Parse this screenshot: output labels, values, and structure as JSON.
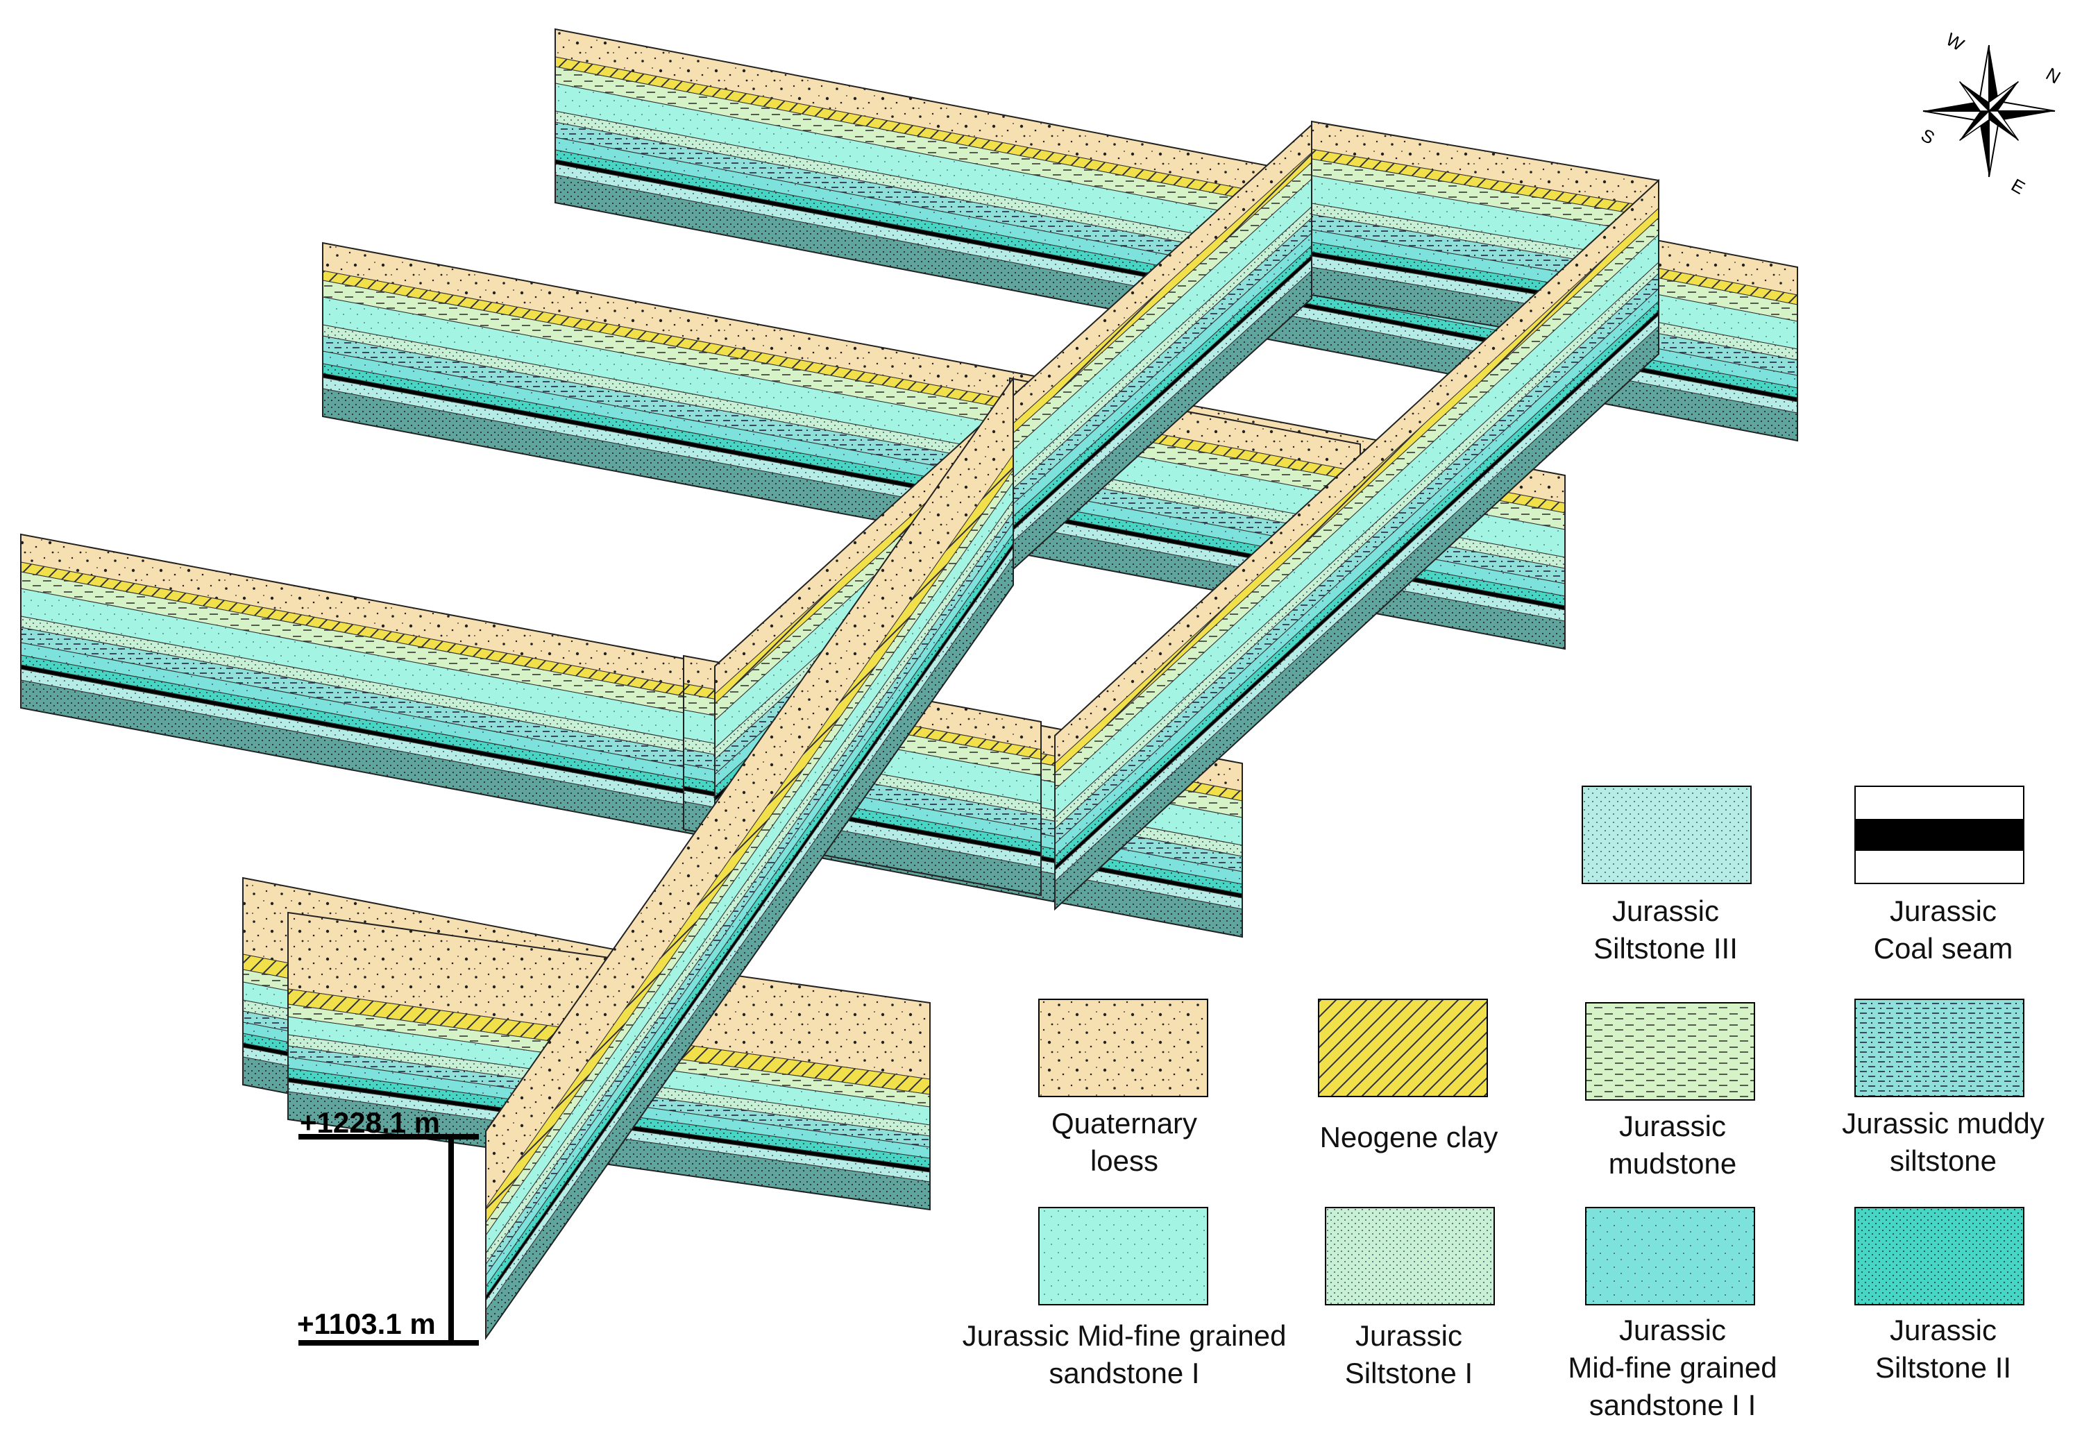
{
  "scale_bar": {
    "top_label": "+1228.1 m",
    "bottom_label": "+1103.1 m"
  },
  "compass": {
    "n": "N",
    "s": "S",
    "e": "E",
    "w": "W"
  },
  "legend": {
    "loess": "Quaternary\nloess",
    "clay": "Neogene clay",
    "mudstone": "Jurassic\nmudstone",
    "muddy_siltstone": "Jurassic muddy\nsiltstone",
    "sandstone_1": "Jurassic Mid-fine grained\nsandstone I",
    "siltstone_1": "Jurassic\nSiltstone I",
    "sandstone_2": "Jurassic\nMid-fine grained\nsandstone  I I",
    "siltstone_2": "Jurassic\nSiltstone II",
    "siltstone_3": "Jurassic\nSiltstone III",
    "coal": "Jurassic\nCoal seam"
  },
  "colors": {
    "loess": "#f6dfb0",
    "clay": "#f2e04a",
    "mudstone": "#d6f3c8",
    "muddy_siltstone": "#8fe0d8",
    "sandstone_1": "#a4f4e4",
    "siltstone_1": "#c8f0d4",
    "sandstone_2": "#7ee2dc",
    "siltstone_2": "#48d6c4",
    "siltstone_3": "#b6ece6",
    "coal": "#000000",
    "deep_layer": "#5fa59c"
  }
}
